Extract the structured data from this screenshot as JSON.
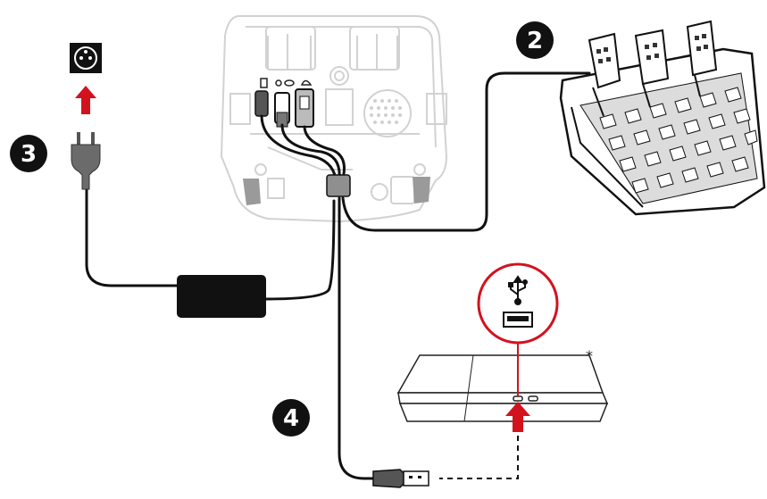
{
  "steps": [
    {
      "id": "step-2",
      "label": "2"
    },
    {
      "id": "step-3",
      "label": "3"
    },
    {
      "id": "step-4",
      "label": "4"
    }
  ],
  "console_note": "*",
  "icons": {
    "wall_socket": "wall-socket-icon",
    "power_plug": "power-plug-icon",
    "usb": "usb-symbol-icon",
    "usb_port": "usb-port-icon",
    "usb_plug": "usb-plug-icon",
    "arrow": "red-arrow-icon"
  },
  "colors": {
    "cable": "#111111",
    "accent_red": "#d3121e",
    "outline": "#cfcfcf",
    "badge": "#111111"
  }
}
